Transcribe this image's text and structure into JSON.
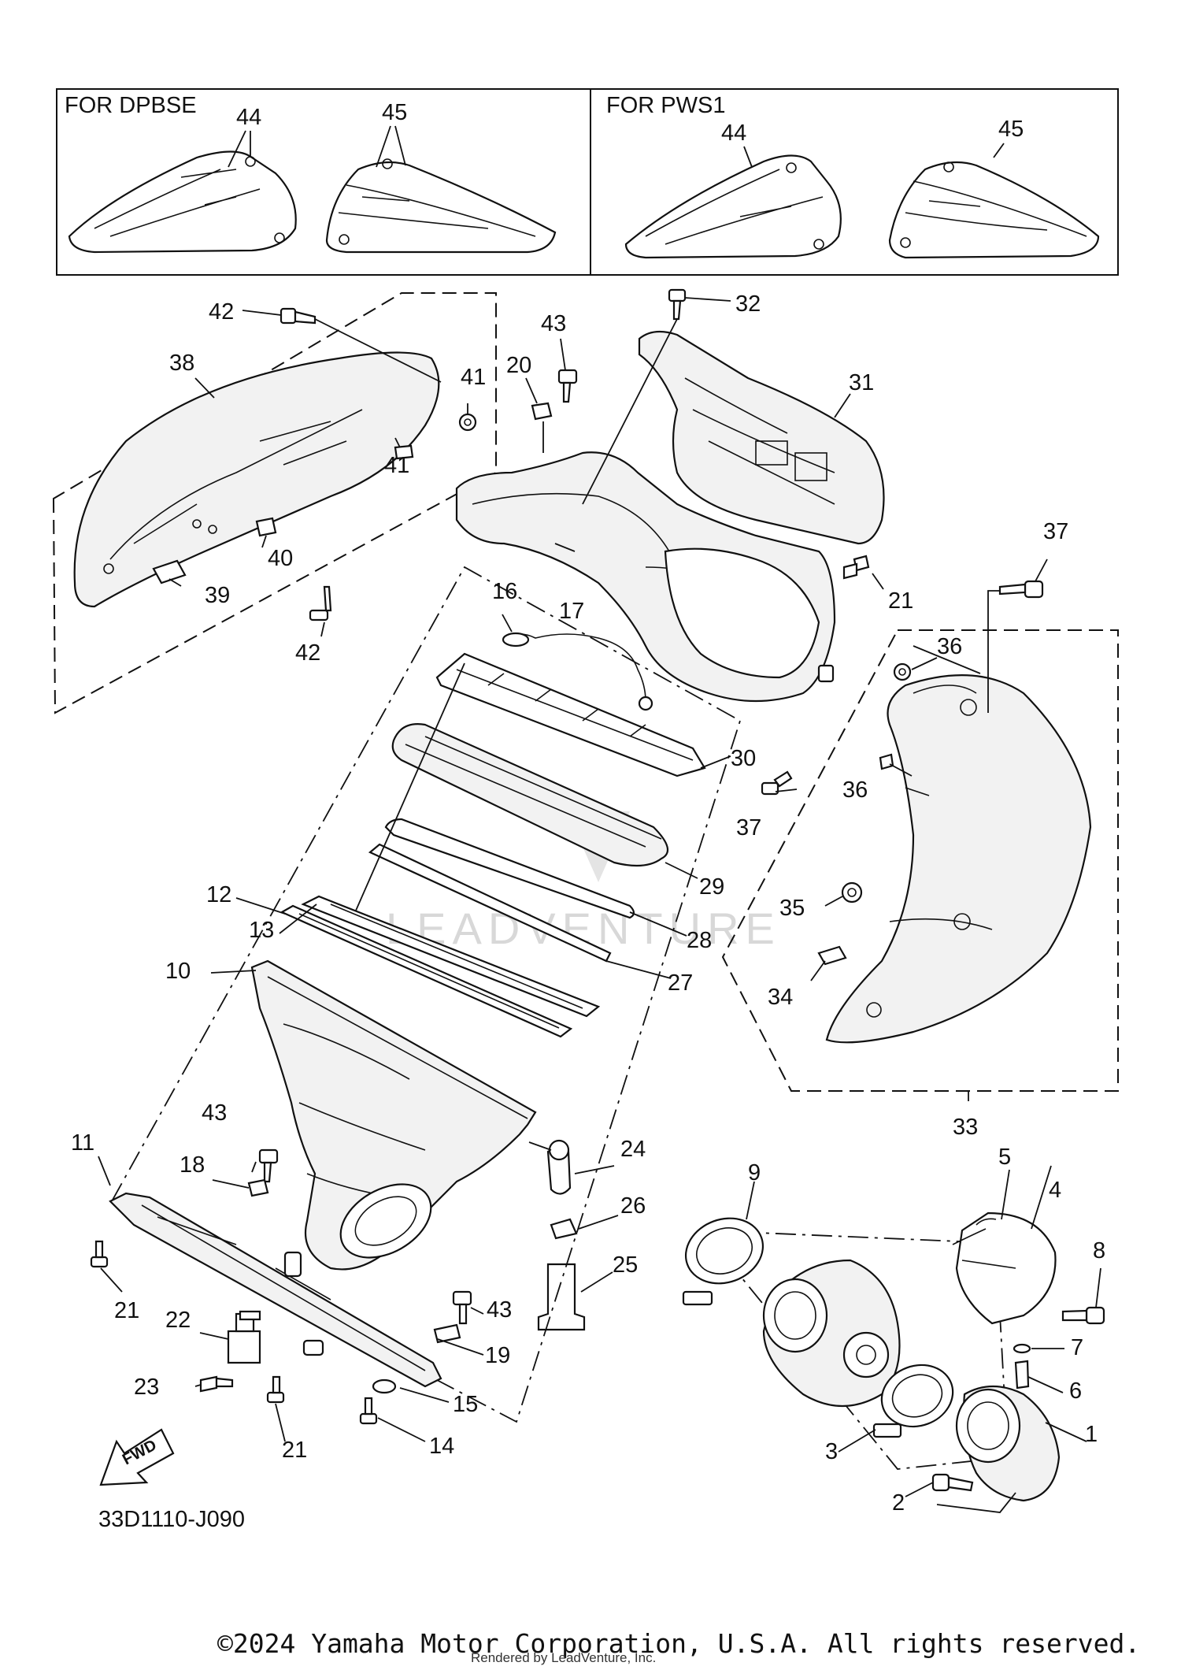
{
  "diagram": {
    "variant_boxes": [
      {
        "label": "FOR DPBSE",
        "callouts": [
          "44",
          "45"
        ]
      },
      {
        "label": "FOR PWS1",
        "callouts": [
          "44",
          "45"
        ]
      }
    ],
    "callouts": {
      "c1": "1",
      "c2": "2",
      "c3": "3",
      "c4": "4",
      "c5": "5",
      "c6": "6",
      "c7": "7",
      "c8": "8",
      "c9": "9",
      "c10": "10",
      "c11": "11",
      "c12": "12",
      "c13": "13",
      "c14": "14",
      "c15": "15",
      "c16": "16",
      "c17": "17",
      "c18": "18",
      "c19": "19",
      "c20": "20",
      "c21a": "21",
      "c21b": "21",
      "c21c": "21",
      "c22": "22",
      "c23": "23",
      "c24": "24",
      "c25": "25",
      "c26": "26",
      "c27": "27",
      "c28": "28",
      "c29": "29",
      "c30": "30",
      "c31": "31",
      "c32": "32",
      "c33": "33",
      "c34": "34",
      "c35": "35",
      "c36a": "36",
      "c36b": "36",
      "c37a": "37",
      "c37b": "37",
      "c38": "38",
      "c39": "39",
      "c40": "40",
      "c41a": "41",
      "c41b": "41",
      "c42a": "42",
      "c42b": "42",
      "c43a": "43",
      "c43b": "43",
      "c43c": "43"
    },
    "fwd_label": "FWD",
    "diagram_code": "33D1110-J090",
    "watermark": "LEADVENTURE",
    "copyright": "©2024 Yamaha Motor Corporation, U.S.A. All rights reserved.",
    "rendered_by": "Rendered by LeadVenture, Inc."
  }
}
